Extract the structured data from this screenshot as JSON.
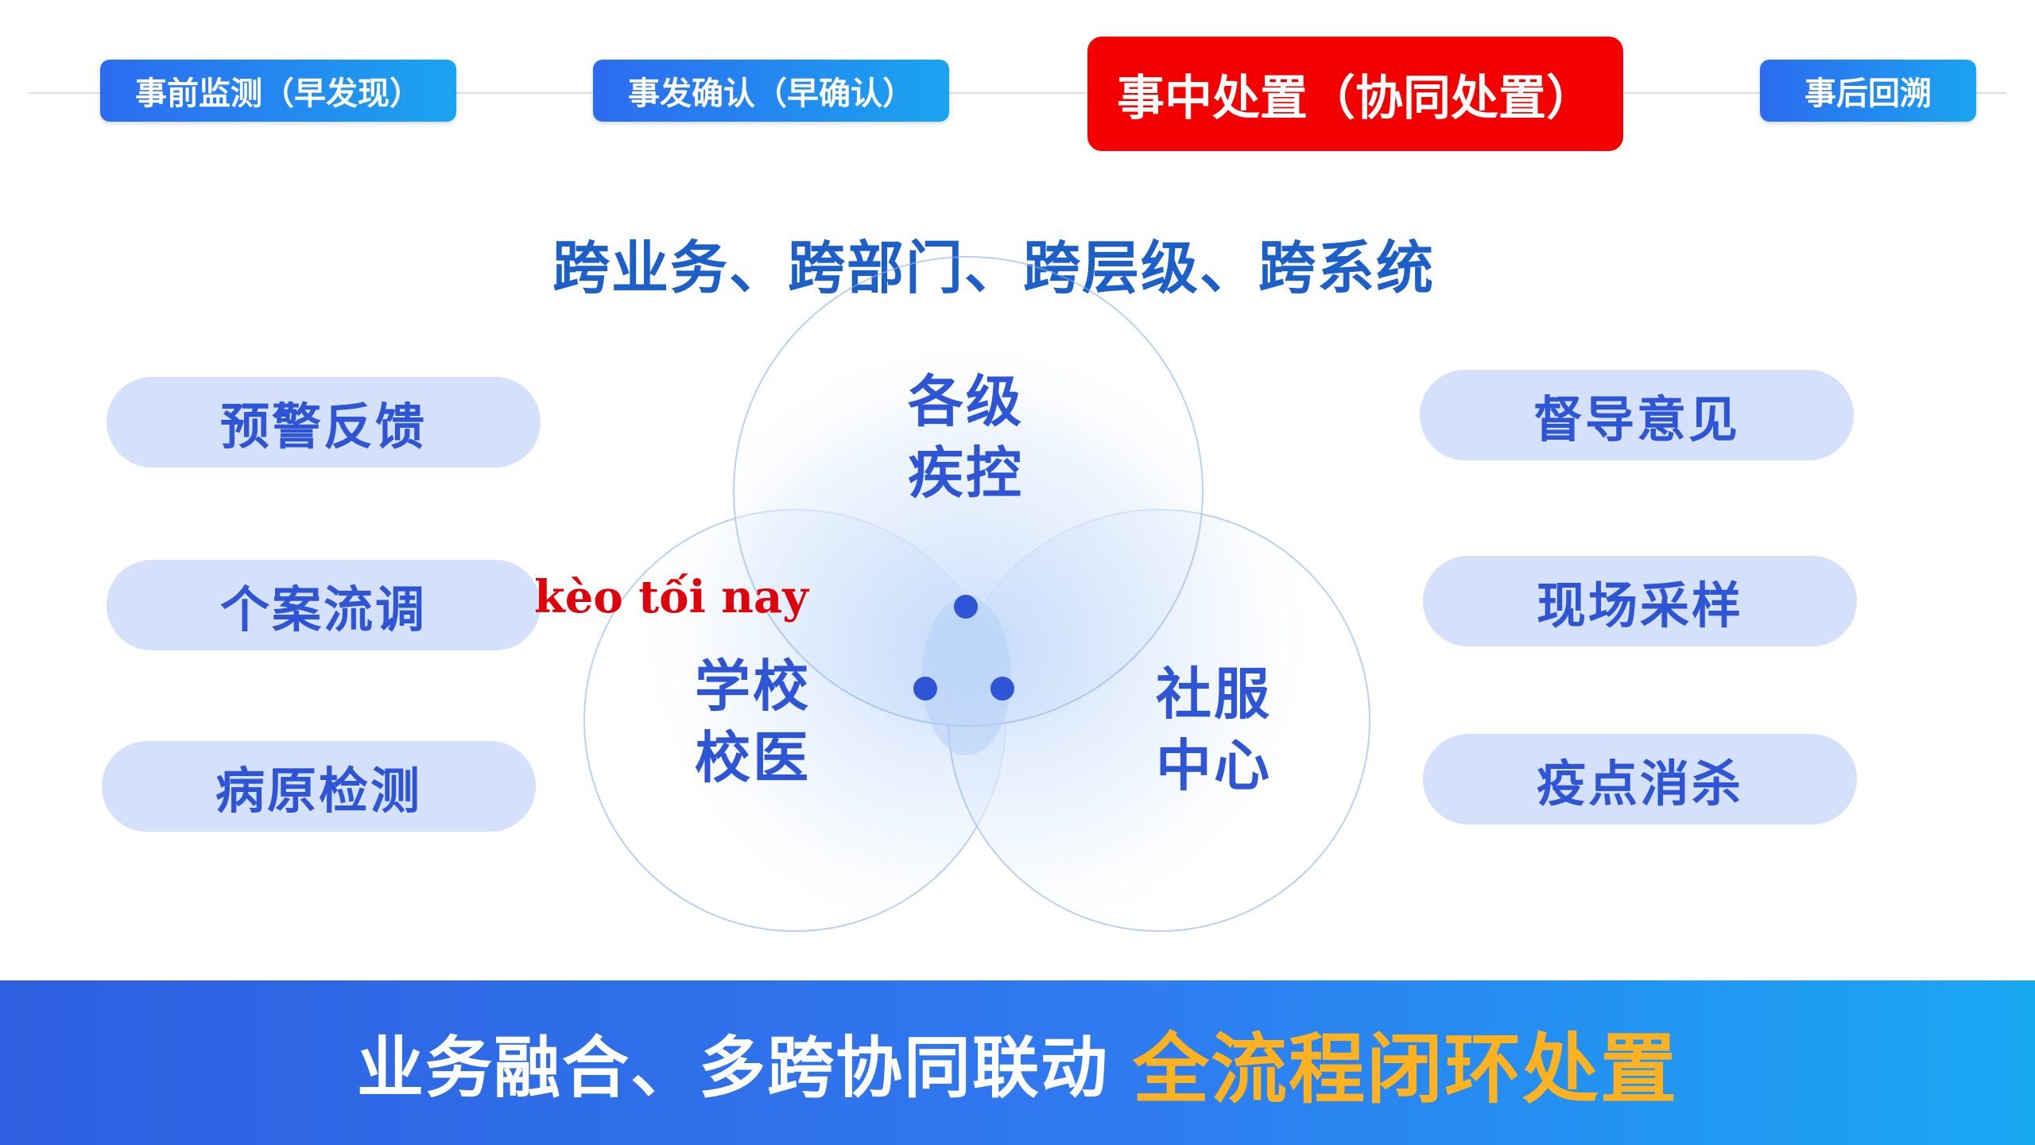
{
  "stages": [
    {
      "label": "事前监测（早发现）",
      "active": false
    },
    {
      "label": "事发确认（早确认）",
      "active": false
    },
    {
      "label": "事中处置（协同处置）",
      "active": true
    },
    {
      "label": "事后回溯",
      "active": false
    }
  ],
  "headline": "跨业务、跨部门、跨层级、跨系统",
  "left_items": [
    "预警反馈",
    "个案流调",
    "病原检测"
  ],
  "right_items": [
    "督导意见",
    "现场采样",
    "疫点消杀"
  ],
  "venn": {
    "top": {
      "line1": "各级",
      "line2": "疾控"
    },
    "left": {
      "line1": "学校",
      "line2": "校医"
    },
    "right": {
      "line1": "社服",
      "line2": "中心"
    }
  },
  "overlay_text": "kèo tối nay",
  "footer": {
    "white_text": "业务融合、多跨协同联动",
    "gold_text": "全流程闭环处置"
  },
  "colors": {
    "active_stage": "#f40000",
    "accent_blue": "#2d55d6",
    "headline_blue": "#1c5fc9",
    "footer_gold": "#ffb21f"
  }
}
